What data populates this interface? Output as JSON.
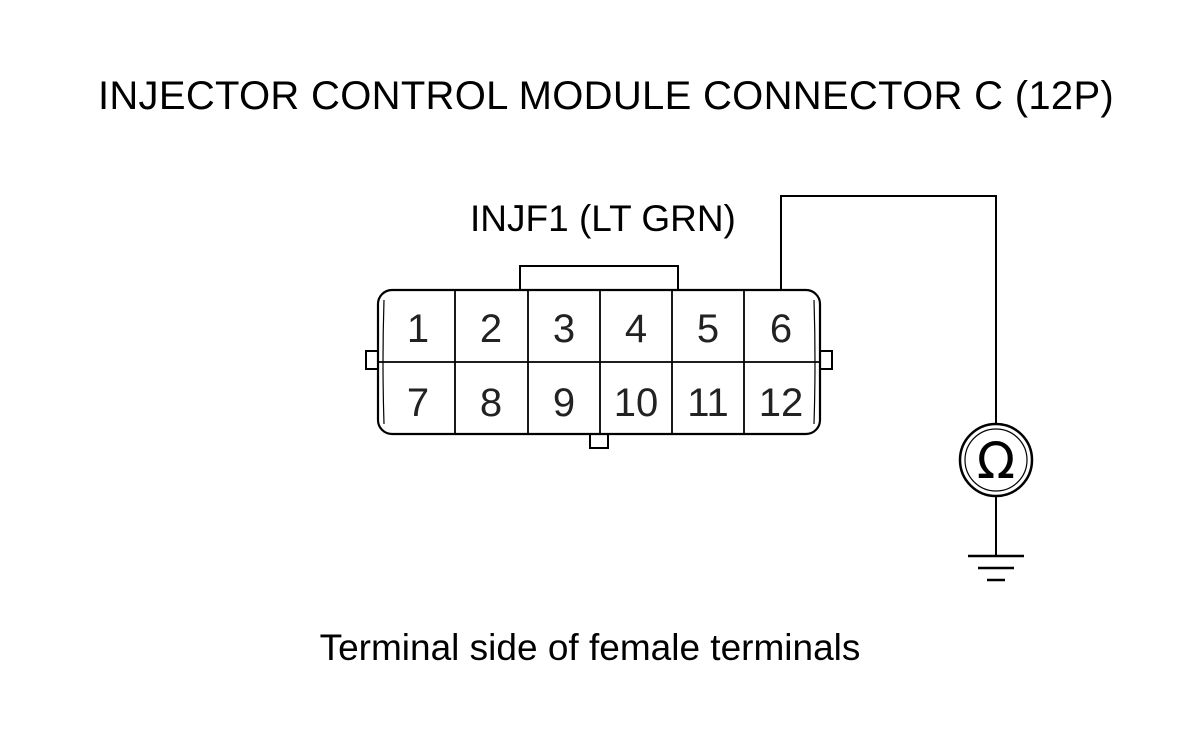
{
  "title": "INJECTOR CONTROL MODULE CONNECTOR C (12P)",
  "wire_label": "INJF1 (LT GRN)",
  "caption": "Terminal side of female terminals",
  "connector": {
    "pins_top": [
      "1",
      "2",
      "3",
      "4",
      "5",
      "6"
    ],
    "pins_bottom": [
      "7",
      "8",
      "9",
      "10",
      "11",
      "12"
    ],
    "probe_pin": "6"
  },
  "meter_symbol": "Ω",
  "icons": {
    "meter": "ohmmeter-icon",
    "ground": "ground-icon"
  }
}
